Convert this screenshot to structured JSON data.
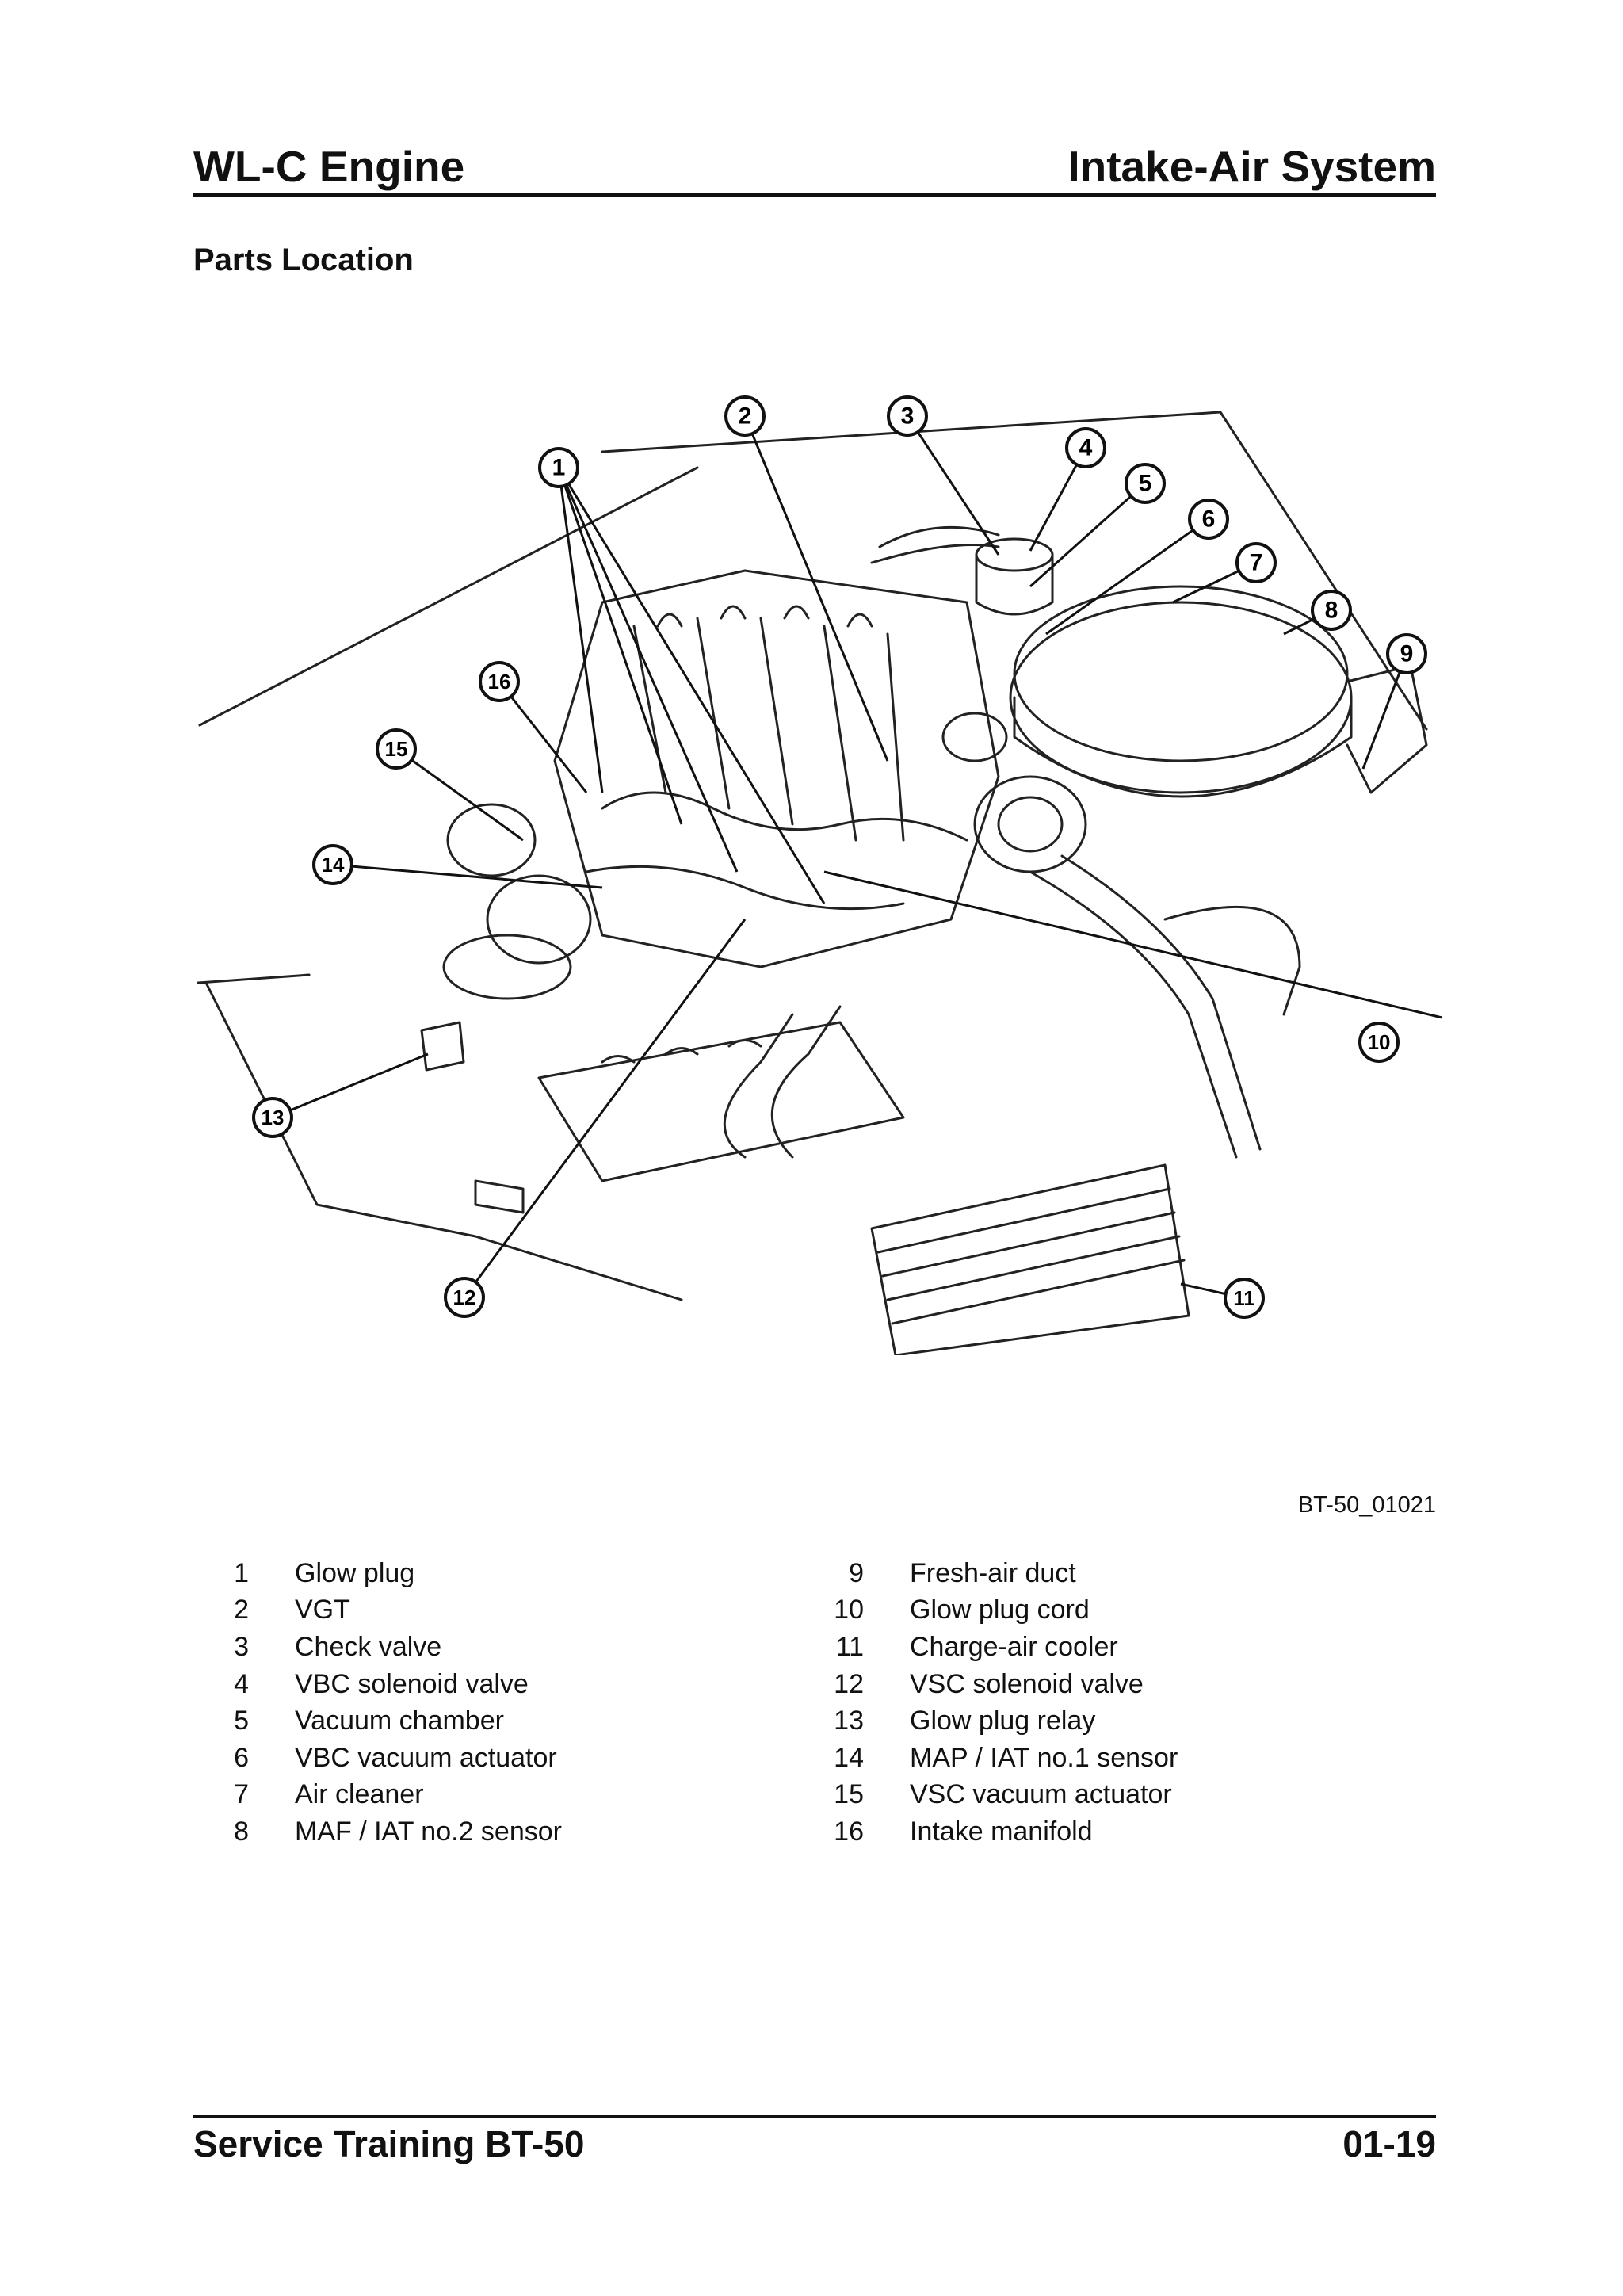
{
  "header": {
    "left_title": "WL-C Engine",
    "right_title": "Intake-Air System"
  },
  "section_title": "Parts Location",
  "figure": {
    "reference": "BT-50_01021",
    "callouts": [
      "1",
      "2",
      "3",
      "4",
      "5",
      "6",
      "7",
      "8",
      "9",
      "10",
      "11",
      "12",
      "13",
      "14",
      "15",
      "16"
    ]
  },
  "legend": {
    "left": [
      {
        "num": "1",
        "label": "Glow plug"
      },
      {
        "num": "2",
        "label": "VGT"
      },
      {
        "num": "3",
        "label": "Check valve"
      },
      {
        "num": "4",
        "label": "VBC solenoid valve"
      },
      {
        "num": "5",
        "label": "Vacuum chamber"
      },
      {
        "num": "6",
        "label": "VBC vacuum actuator"
      },
      {
        "num": "7",
        "label": "Air cleaner"
      },
      {
        "num": "8",
        "label": "MAF / IAT no.2 sensor"
      }
    ],
    "right": [
      {
        "num": "9",
        "label": "Fresh-air duct"
      },
      {
        "num": "10",
        "label": "Glow plug cord"
      },
      {
        "num": "11",
        "label": "Charge-air cooler"
      },
      {
        "num": "12",
        "label": "VSC solenoid valve"
      },
      {
        "num": "13",
        "label": "Glow plug relay"
      },
      {
        "num": "14",
        "label": "MAP / IAT no.1 sensor"
      },
      {
        "num": "15",
        "label": "VSC vacuum actuator"
      },
      {
        "num": "16",
        "label": "Intake manifold"
      }
    ]
  },
  "footer": {
    "left": "Service Training BT-50",
    "right": "01-19"
  }
}
